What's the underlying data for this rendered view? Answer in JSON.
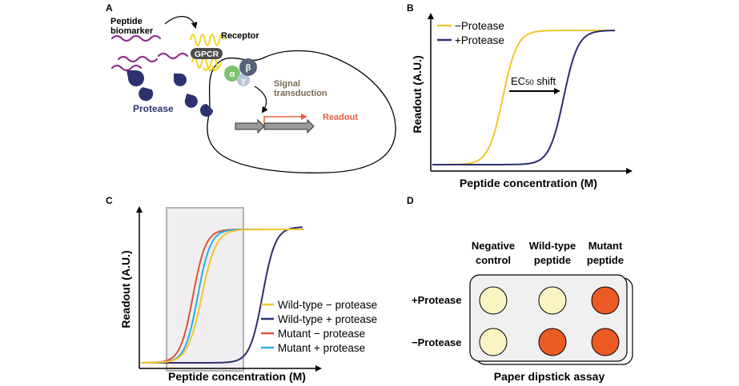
{
  "colors": {
    "yellow": "#F4C430",
    "navy": "#2B2F6F",
    "orange_red": "#D9553A",
    "cyan": "#29AEE0",
    "peptide_purple": "#8E2C8E",
    "protease_navy": "#2C3270",
    "readout_orange": "#E8613C",
    "spot_pale": "#F9F4C2",
    "spot_orange": "#EC5A24"
  },
  "panelA": {
    "label": "A",
    "peptide_label_line1": "Peptide",
    "peptide_label_line2": "biomarker",
    "receptor_label": "Receptor",
    "gpcr_label": "GPCR",
    "alpha": "α",
    "beta": "β",
    "gamma": "γ",
    "signal_line1": "Signal",
    "signal_line2": "transduction",
    "readout_label": "Readout",
    "protease_label": "Protease"
  },
  "panelB": {
    "label": "B",
    "ylabel": "Readout (A.U.)",
    "xlabel": "Peptide concentration (M)",
    "legend": [
      "−Protease",
      "+Protease"
    ],
    "annotation_main": "EC",
    "annotation_sub": "50",
    "annotation_tail": " shift"
  },
  "panelC": {
    "label": "C",
    "ylabel": "Readout (A.U.)",
    "xlabel": "Peptide concentration (M)",
    "legend": [
      "Wild-type − protease",
      "Wild-type + protease",
      "Mutant − protease",
      "Mutant + protease"
    ]
  },
  "panelD": {
    "label": "D",
    "col_headers": [
      {
        "line1": "Negative",
        "line2": "control"
      },
      {
        "line1": "Wild-type",
        "line2": "peptide"
      },
      {
        "line1": "Mutant",
        "line2": "peptide"
      }
    ],
    "row_labels": [
      "+Protease",
      "−Protease"
    ],
    "grid": [
      [
        "pale",
        "pale",
        "orange"
      ],
      [
        "pale",
        "orange",
        "orange"
      ]
    ],
    "caption": "Paper dipstick assay"
  }
}
